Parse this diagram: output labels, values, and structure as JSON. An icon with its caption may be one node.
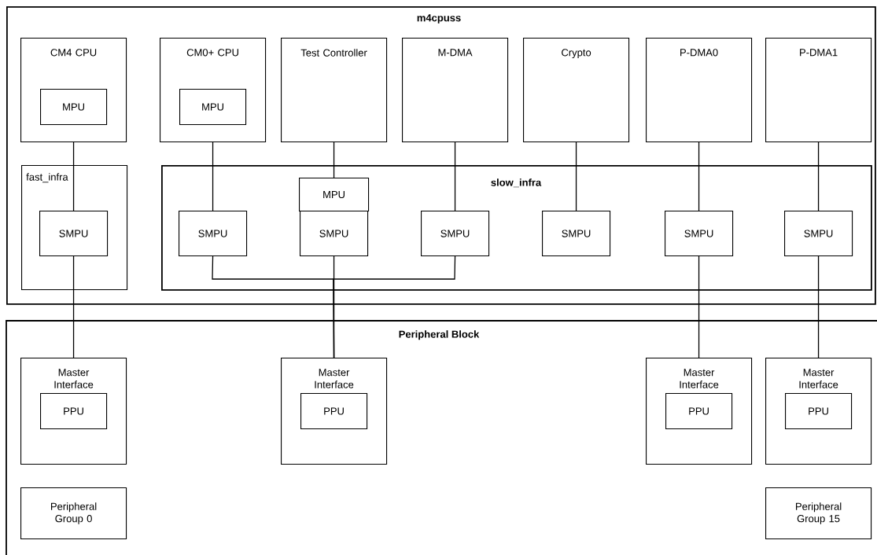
{
  "diagram": {
    "nodes": [
      {
        "text": [
          "m4cpuss"
        ]
      },
      {
        "text": [
          "CM4 CPU"
        ],
        "in": 0
      },
      {
        "text": [
          "MPU"
        ],
        "in": 1
      },
      {
        "text": [
          "CM0+ CPU"
        ],
        "in": 0
      },
      {
        "text": [
          "MPU"
        ],
        "in": 3
      },
      {
        "text": [
          "Test Controller"
        ],
        "in": 0
      },
      {
        "text": [
          "M-DMA"
        ],
        "in": 0
      },
      {
        "text": [
          "Crypto"
        ],
        "in": 0
      },
      {
        "text": [
          "P-DMA0"
        ],
        "in": 0
      },
      {
        "text": [
          "P-DMA1"
        ],
        "in": 0
      },
      {
        "text": [
          "fast_infra"
        ],
        "in": 0
      },
      {
        "text": [
          "SMPU"
        ],
        "in": 10
      },
      {
        "text": [
          "slow_infra"
        ],
        "in": 0
      },
      {
        "text": [
          "MPU"
        ],
        "in": 12
      },
      {
        "text": [
          "SMPU"
        ],
        "in": 12
      },
      {
        "text": [
          "SMPU"
        ],
        "in": 12
      },
      {
        "text": [
          "SMPU"
        ],
        "in": 12
      },
      {
        "text": [
          "SMPU"
        ],
        "in": 12
      },
      {
        "text": [
          "SMPU"
        ],
        "in": 12
      },
      {
        "text": [
          "SMPU"
        ],
        "in": 12
      },
      {
        "text": [
          "Peripheral Block"
        ]
      },
      {
        "text": [
          "Master Interface"
        ],
        "in": 20
      },
      {
        "text": [
          "PPU"
        ],
        "in": 21
      },
      {
        "text": [
          "Master Interface"
        ],
        "in": 20
      },
      {
        "text": [
          "PPU"
        ],
        "in": 23
      },
      {
        "text": [
          "Master Interface"
        ],
        "in": 20
      },
      {
        "text": [
          "PPU"
        ],
        "in": 25
      },
      {
        "text": [
          "Master Interface"
        ],
        "in": 20
      },
      {
        "text": [
          "PPU"
        ],
        "in": 27
      },
      {
        "text": [
          "Peripheral Group 0"
        ],
        "in": 20
      },
      {
        "text": [
          "Peripheral Group 15"
        ],
        "in": 20
      }
    ],
    "edges": [
      {
        "from": 1,
        "to": 11,
        "arrow": "none"
      },
      {
        "from": 3,
        "to": 14,
        "arrow": "none"
      },
      {
        "from": 5,
        "to": 13,
        "arrow": "none"
      },
      {
        "from": 6,
        "to": 16,
        "arrow": "none"
      },
      {
        "from": 7,
        "to": 17,
        "arrow": "none"
      },
      {
        "from": 8,
        "to": 18,
        "arrow": "none"
      },
      {
        "from": 9,
        "to": 19,
        "arrow": "none"
      },
      {
        "from": 11,
        "to": 21,
        "arrow": "none"
      },
      {
        "from": 14,
        "to": 23,
        "arrow": "none"
      },
      {
        "from": 15,
        "to": 23,
        "arrow": "none"
      },
      {
        "from": 16,
        "to": 23,
        "arrow": "none"
      },
      {
        "from": 18,
        "to": 25,
        "arrow": "none"
      },
      {
        "from": 19,
        "to": 27,
        "arrow": "none"
      }
    ]
  }
}
